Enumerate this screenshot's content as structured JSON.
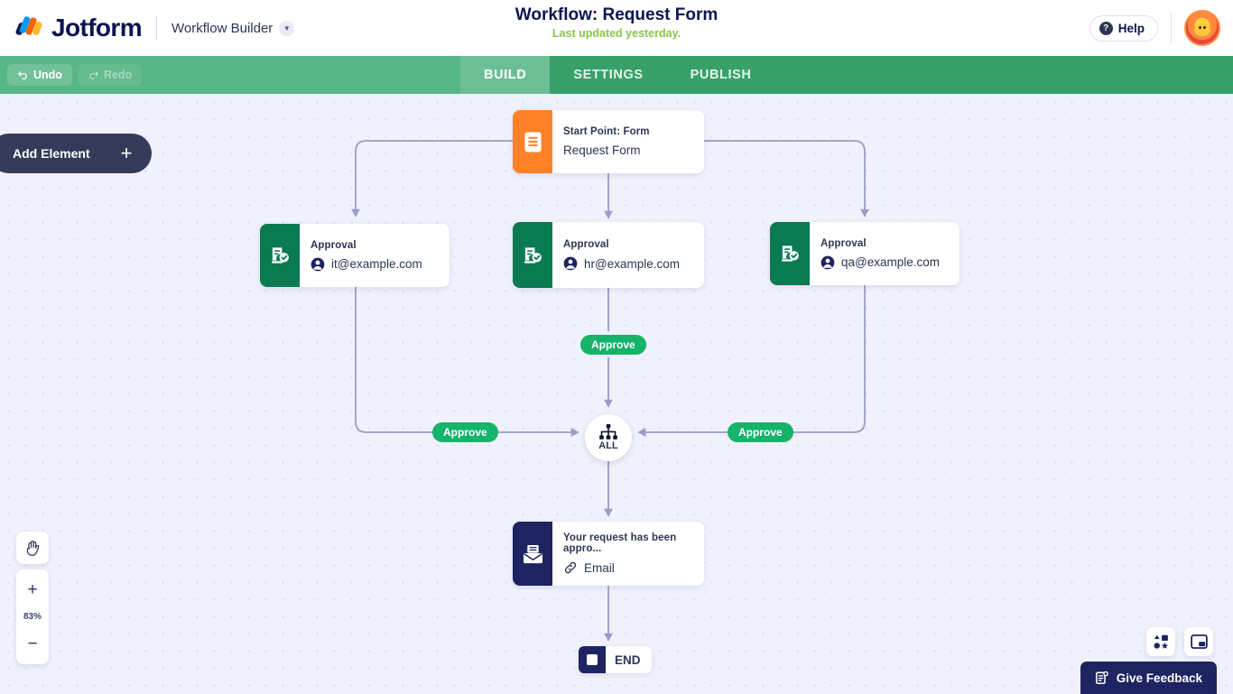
{
  "header": {
    "brand": "Jotform",
    "product": "Workflow Builder",
    "chevron_icon": "chevron-down-icon",
    "title": "Workflow: Request Form",
    "subtitle": "Last updated yesterday.",
    "help_label": "Help",
    "help_icon": "question-mark-icon",
    "avatar_icon": "user-avatar"
  },
  "toolbar": {
    "undo_label": "Undo",
    "undo_icon": "undo-arrow-icon",
    "redo_label": "Redo",
    "redo_icon": "redo-arrow-icon",
    "tabs": [
      {
        "label": "BUILD",
        "active": true
      },
      {
        "label": "SETTINGS",
        "active": false
      },
      {
        "label": "PUBLISH",
        "active": false
      }
    ]
  },
  "canvas": {
    "add_element_label": "Add Element",
    "add_element_icon": "plus-icon",
    "pan_icon": "hand-pan-icon",
    "zoom_in_icon": "plus-icon",
    "zoom_out_icon": "minus-icon",
    "zoom_level": "83%",
    "shapes_icon": "shapes-elements-icon",
    "minimap_icon": "minimap-icon",
    "feedback_label": "Give Feedback",
    "feedback_icon": "feedback-form-icon"
  },
  "nodes": {
    "start": {
      "title": "Start Point: Form",
      "subtitle": "Request Form",
      "icon": "form-document-icon",
      "accent": "#ff8228"
    },
    "approval_it": {
      "title": "Approval",
      "subtitle": "it@example.com",
      "icon": "approval-document-icon",
      "sub_icon": "person-circle-icon",
      "accent": "#0a7a52"
    },
    "approval_hr": {
      "title": "Approval",
      "subtitle": "hr@example.com",
      "icon": "approval-document-icon",
      "sub_icon": "person-circle-icon",
      "accent": "#0a7a52"
    },
    "approval_qa": {
      "title": "Approval",
      "subtitle": "qa@example.com",
      "icon": "approval-document-icon",
      "sub_icon": "person-circle-icon",
      "accent": "#0a7a52"
    },
    "merge": {
      "label": "ALL",
      "icon": "merge-fork-icon"
    },
    "email": {
      "title": "Your request has been appro...",
      "subtitle": "Email",
      "icon": "envelope-icon",
      "sub_icon": "link-chain-icon",
      "accent": "#1d2461"
    },
    "end": {
      "label": "END",
      "icon": "stop-square-icon"
    }
  },
  "badges": {
    "approve_center": "Approve",
    "approve_left": "Approve",
    "approve_right": "Approve"
  },
  "colors": {
    "brand_navy": "#0a1551",
    "toolbar_green": "#38a169",
    "tab_active_green": "#6cbf95",
    "badge_green": "#16b36b",
    "approval_green": "#0a7a52",
    "start_orange": "#ff8228",
    "email_navy": "#1d2461",
    "connector": "#9a9cc8",
    "canvas_bg": "#f0f1fc"
  }
}
